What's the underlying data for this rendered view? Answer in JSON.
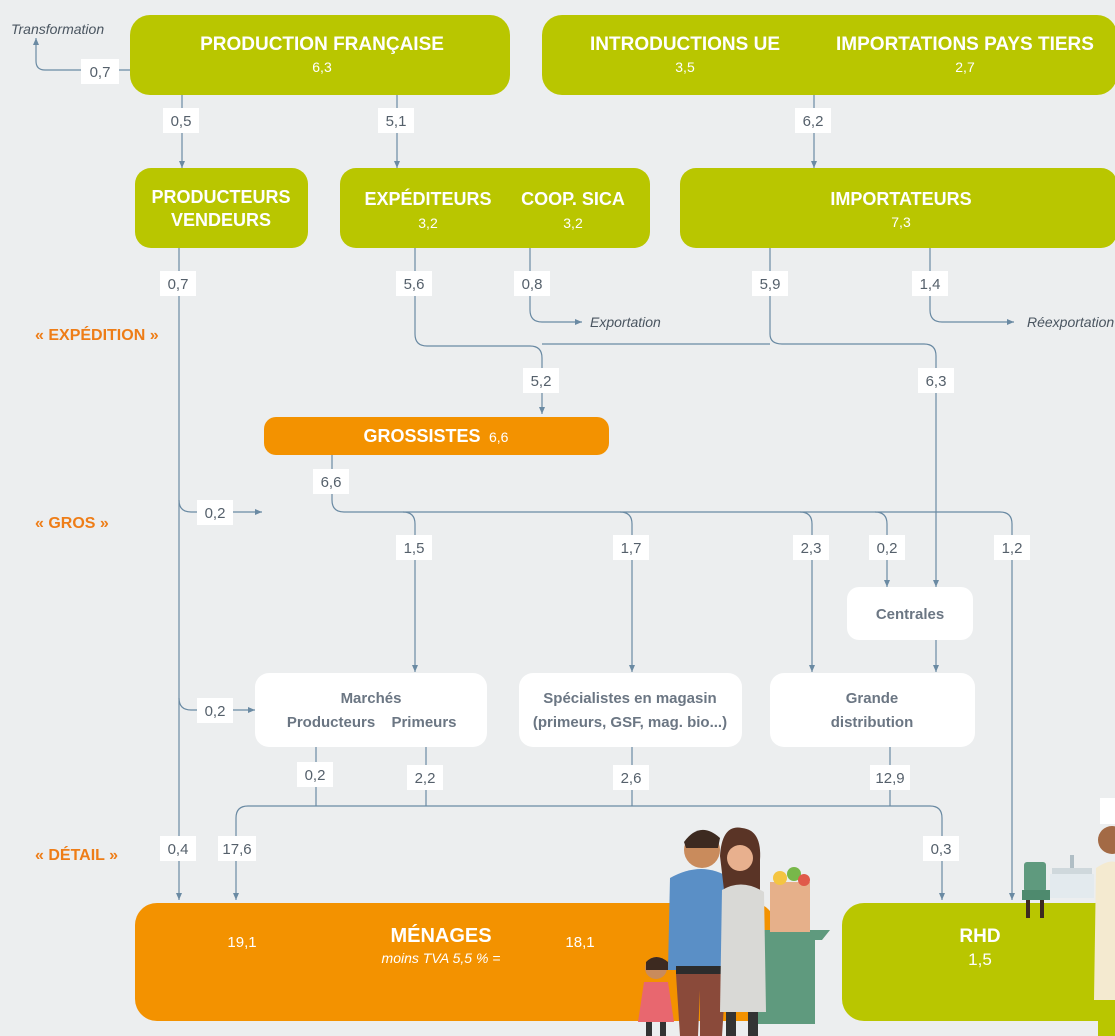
{
  "colors": {
    "green": "#b9c600",
    "orange": "#f39200",
    "white_box": "#ffffff",
    "line": "#6a8aa3",
    "stage_label": "#ee7d17",
    "background": "#eceeef"
  },
  "stages": {
    "expedition": "« EXPÉDITION »",
    "gros": "« GROS »",
    "detail": "« DÉTAIL »"
  },
  "outflows": {
    "transformation": "Transformation",
    "exportation": "Exportation",
    "reexportation": "Réexportation"
  },
  "boxes": {
    "production": {
      "title": "PRODUCTION FRANÇAISE",
      "value": "6,3"
    },
    "introductions": {
      "title": "INTRODUCTIONS UE",
      "value": "3,5"
    },
    "importations": {
      "title": "IMPORTATIONS PAYS TIERS",
      "value": "2,7"
    },
    "producteurs": {
      "line1": "PRODUCTEURS",
      "line2": "VENDEURS"
    },
    "expediteurs": {
      "title": "EXPÉDITEURS",
      "value": "3,2"
    },
    "coop": {
      "title": "COOP. SICA",
      "value": "3,2"
    },
    "importateurs": {
      "title": "IMPORTATEURS",
      "value": "7,3"
    },
    "grossistes": {
      "title": "GROSSISTES",
      "value": "6,6"
    },
    "centrales": {
      "title": "Centrales"
    },
    "marches": {
      "title": "Marchés",
      "sub1": "Producteurs",
      "sub2": "Primeurs"
    },
    "specialistes": {
      "line1": "Spécialistes en magasin",
      "line2": "(primeurs, GSF, mag. bio...)"
    },
    "grande": {
      "line1": "Grande",
      "line2": "distribution"
    },
    "menages": {
      "title": "MÉNAGES",
      "subtitle": "moins TVA 5,5 % =",
      "left_value": "19,1",
      "right_value": "18,1"
    },
    "rhd": {
      "title": "RHD",
      "value": "1,5"
    }
  },
  "flows": {
    "transformation": "0,7",
    "prod_to_producteurs": "0,5",
    "prod_to_expediteurs": "5,1",
    "imports_to_importateurs": "6,2",
    "producteurs_out": "0,7",
    "expediteurs_out": "5,6",
    "coop_export": "0,8",
    "importateurs_out": "5,9",
    "reexport": "1,4",
    "to_grossistes": "5,2",
    "to_centrales_from_import": "6,3",
    "grossistes_out": "6,6",
    "producteurs_to_gros": "0,2",
    "gros_to_marches": "1,5",
    "gros_to_specialistes": "1,7",
    "gros_to_grande": "2,3",
    "gros_to_centrales": "0,2",
    "gros_to_rhd": "1,2",
    "producteurs_to_marches": "0,2",
    "marches_producteurs_out": "0,2",
    "marches_primeurs_out": "2,2",
    "specialistes_out": "2,6",
    "grande_out": "12,9",
    "producteurs_to_menages": "0,4",
    "detail_to_menages": "17,6",
    "detail_to_rhd": "0,3"
  }
}
